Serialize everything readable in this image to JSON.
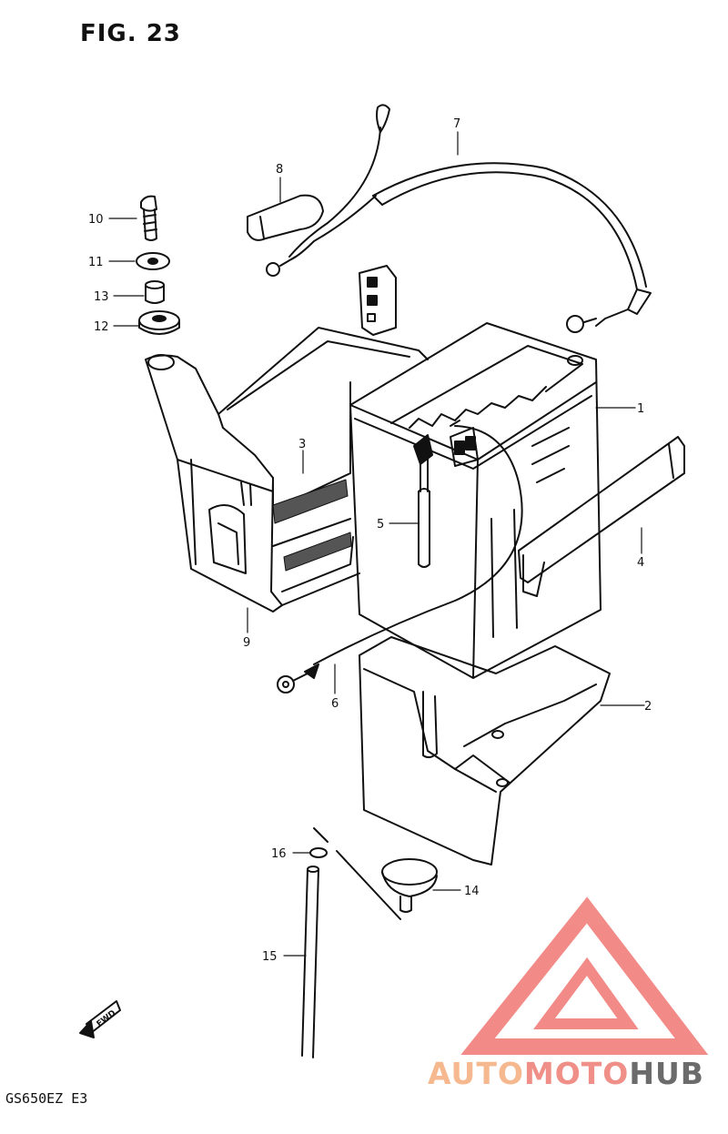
{
  "figure_title": "FIG. 23",
  "model_code": "GS650EZ E3",
  "fwd_label": "FWD",
  "callouts": [
    "1",
    "2",
    "3",
    "4",
    "5",
    "6",
    "7",
    "8",
    "9",
    "10",
    "11",
    "12",
    "13",
    "14",
    "15",
    "16"
  ],
  "watermark": {
    "part_a": "AUTO",
    "part_b": "MOTO",
    "part_c": "HUB",
    "colors": {
      "auto": "#f6b98f",
      "moto": "#ef8f87",
      "hub": "#6b6b6b",
      "logo": "#ef6f6a"
    }
  }
}
